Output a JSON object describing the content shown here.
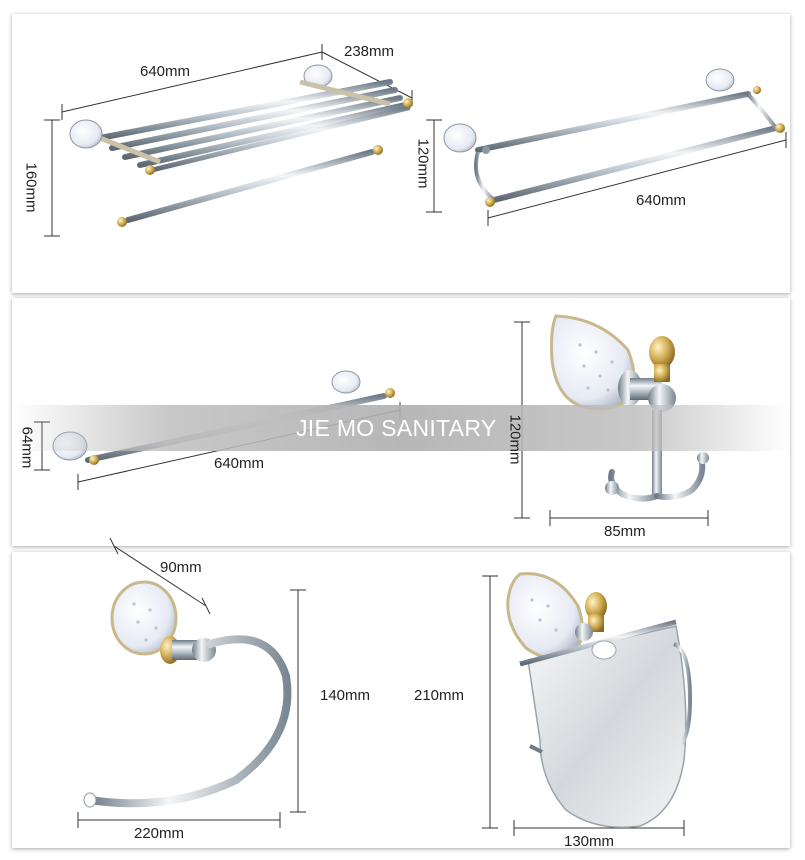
{
  "watermark": "JIE MO SANITARY",
  "products": {
    "towel_shelf": {
      "width": "640mm",
      "depth": "238mm",
      "height": "160mm"
    },
    "double_towel_bar": {
      "height": "120mm",
      "length": "640mm"
    },
    "single_towel_bar": {
      "height": "64mm",
      "length": "640mm"
    },
    "robe_hook": {
      "height": "120mm",
      "width": "85mm"
    },
    "towel_ring": {
      "depth": "90mm",
      "height": "140mm",
      "width": "220mm"
    },
    "paper_holder": {
      "height": "210mm",
      "width": "130mm"
    }
  },
  "colors": {
    "chrome_light": "#f4f6f8",
    "chrome_mid": "#b9c3cc",
    "chrome_dark": "#6f7c88",
    "gold": "#d6b25a",
    "porcelain": "#eef1f8",
    "dimension_line": "#333333"
  }
}
